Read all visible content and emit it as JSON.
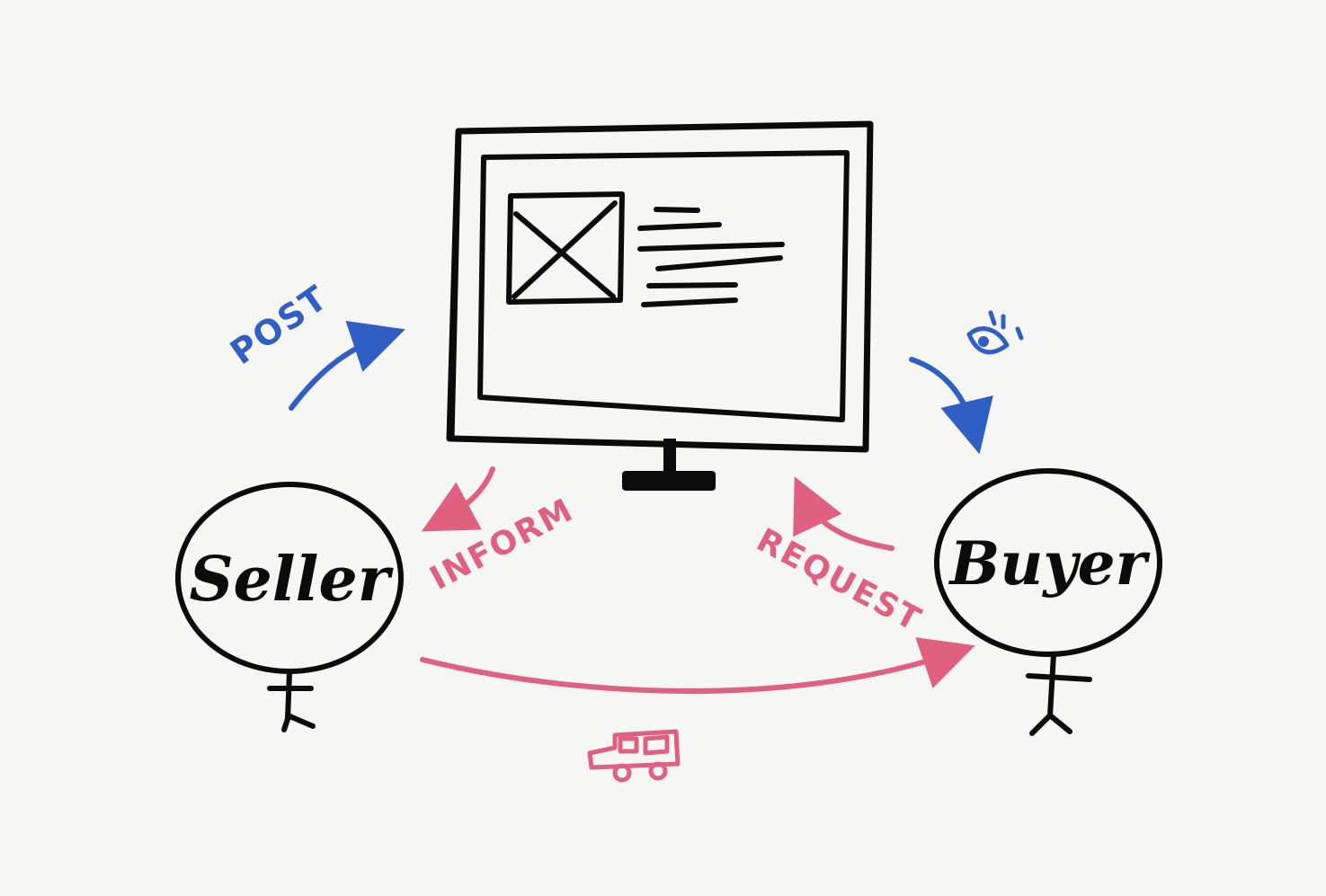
{
  "diagram": {
    "nodes": {
      "seller": {
        "label": "Seller"
      },
      "buyer": {
        "label": "Buyer"
      }
    },
    "edges": {
      "post": {
        "label": "POST"
      },
      "inform": {
        "label": "INFORM"
      },
      "request": {
        "label": "REQUEST"
      }
    },
    "icons": {
      "monitor": "monitor-icon",
      "listing_image": "image-placeholder-icon",
      "view": "eye-icon",
      "delivery": "truck-icon"
    },
    "colors": {
      "ink": "#0b0b0b",
      "blue": "#2f5fc4",
      "pink": "#e0607f",
      "background": "#f6f6f5"
    }
  }
}
